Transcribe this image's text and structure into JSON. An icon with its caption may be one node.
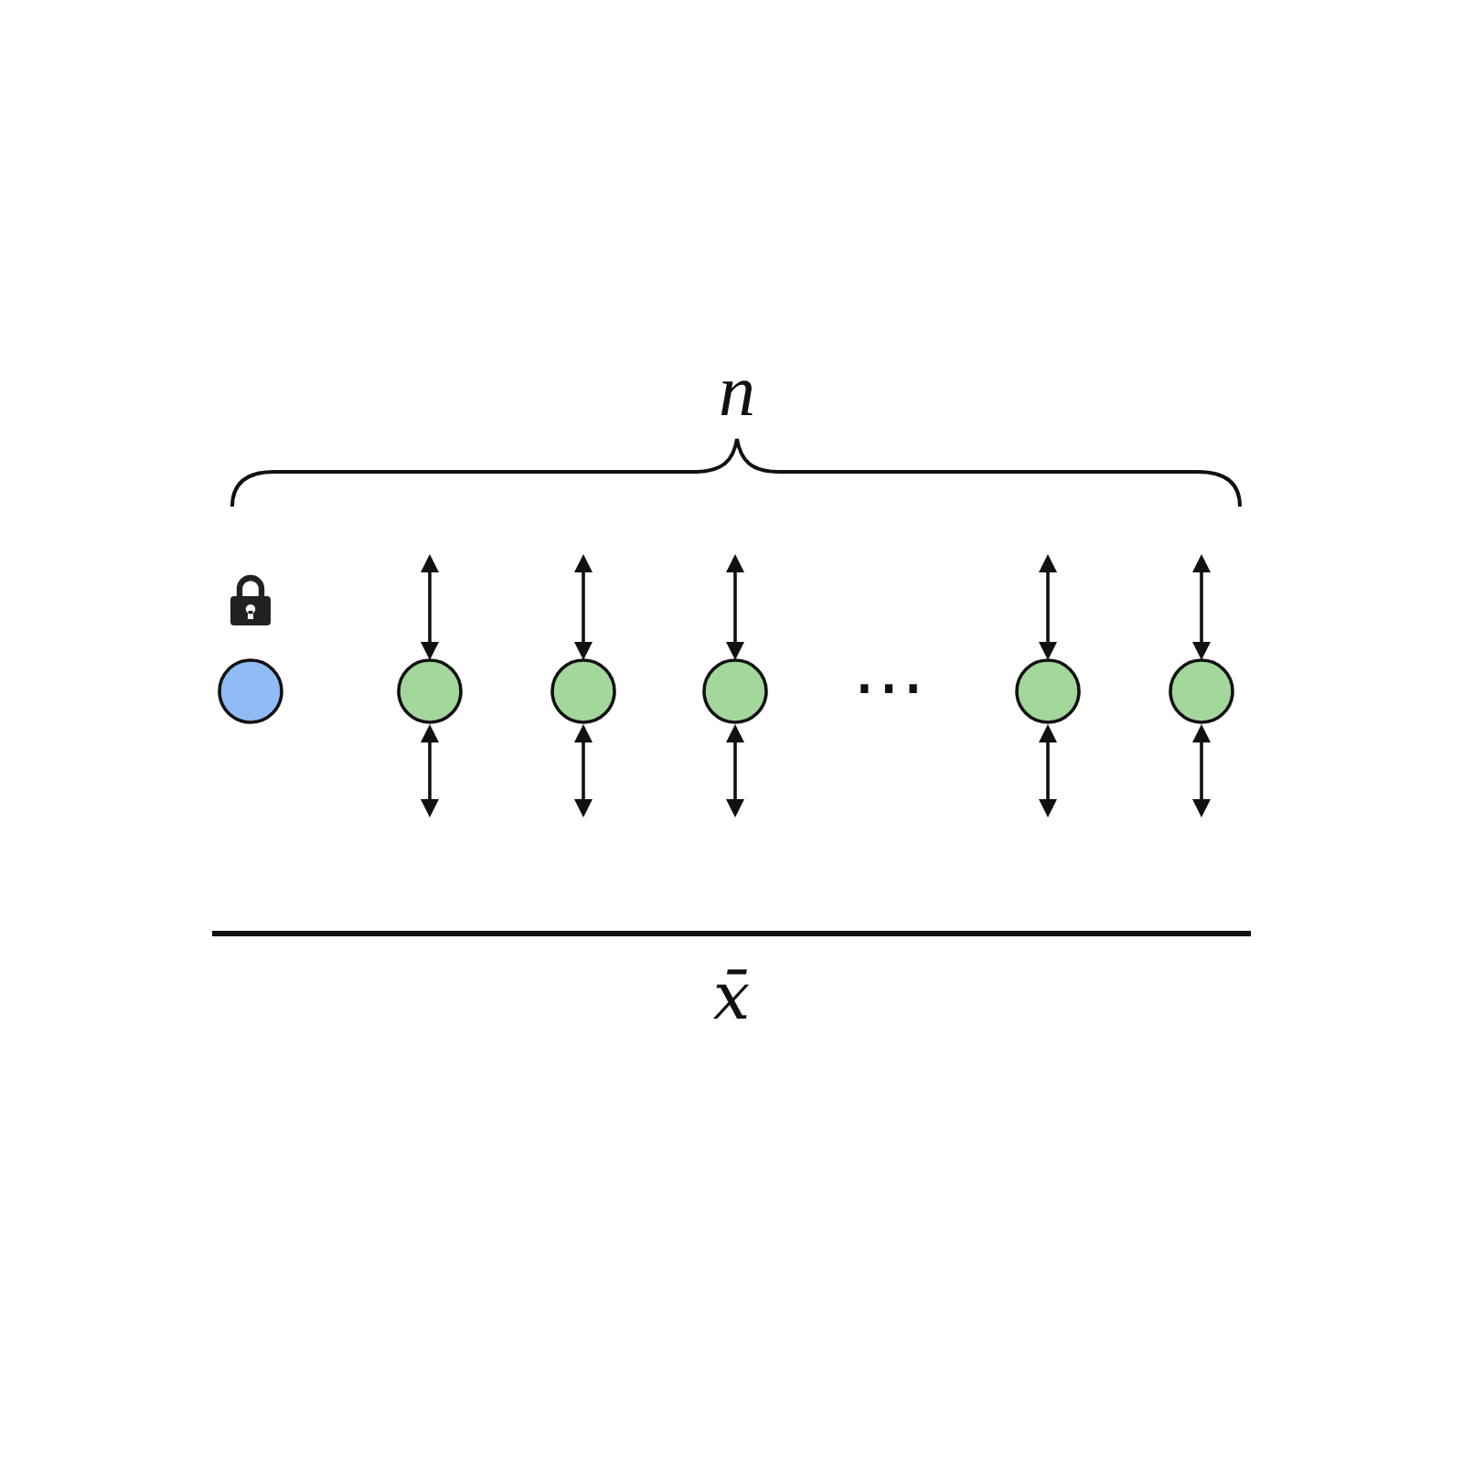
{
  "diagram": {
    "nodes": [
      {
        "text": [],
        "shape": "circle"
      },
      {
        "text": [],
        "shape": "circle"
      },
      {
        "text": [],
        "shape": "circle"
      },
      {
        "text": [],
        "shape": "circle"
      },
      {
        "text": [],
        "shape": "circle"
      },
      {
        "text": [],
        "shape": "circle"
      }
    ],
    "edges": [],
    "labels": [
      "n",
      "⋯",
      "x̄"
    ]
  }
}
